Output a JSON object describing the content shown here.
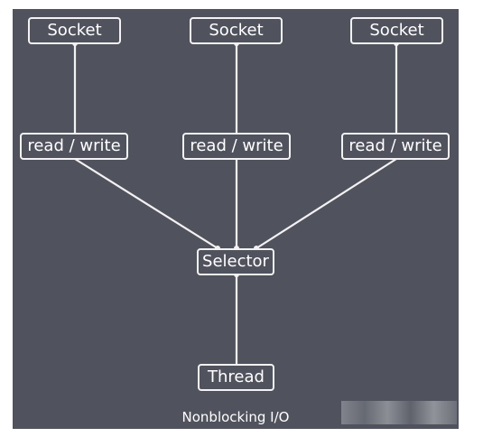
{
  "diagram": {
    "sockets": [
      {
        "label": "Socket"
      },
      {
        "label": "Socket"
      },
      {
        "label": "Socket"
      }
    ],
    "read_write": [
      {
        "label": "read / write"
      },
      {
        "label": "read / write"
      },
      {
        "label": "read / write"
      }
    ],
    "selector": {
      "label": "Selector"
    },
    "thread": {
      "label": "Thread"
    },
    "caption": "Nonblocking I/O"
  },
  "colors": {
    "background": "#50535d",
    "line": "#f2f2f2",
    "text": "#ffffff"
  }
}
